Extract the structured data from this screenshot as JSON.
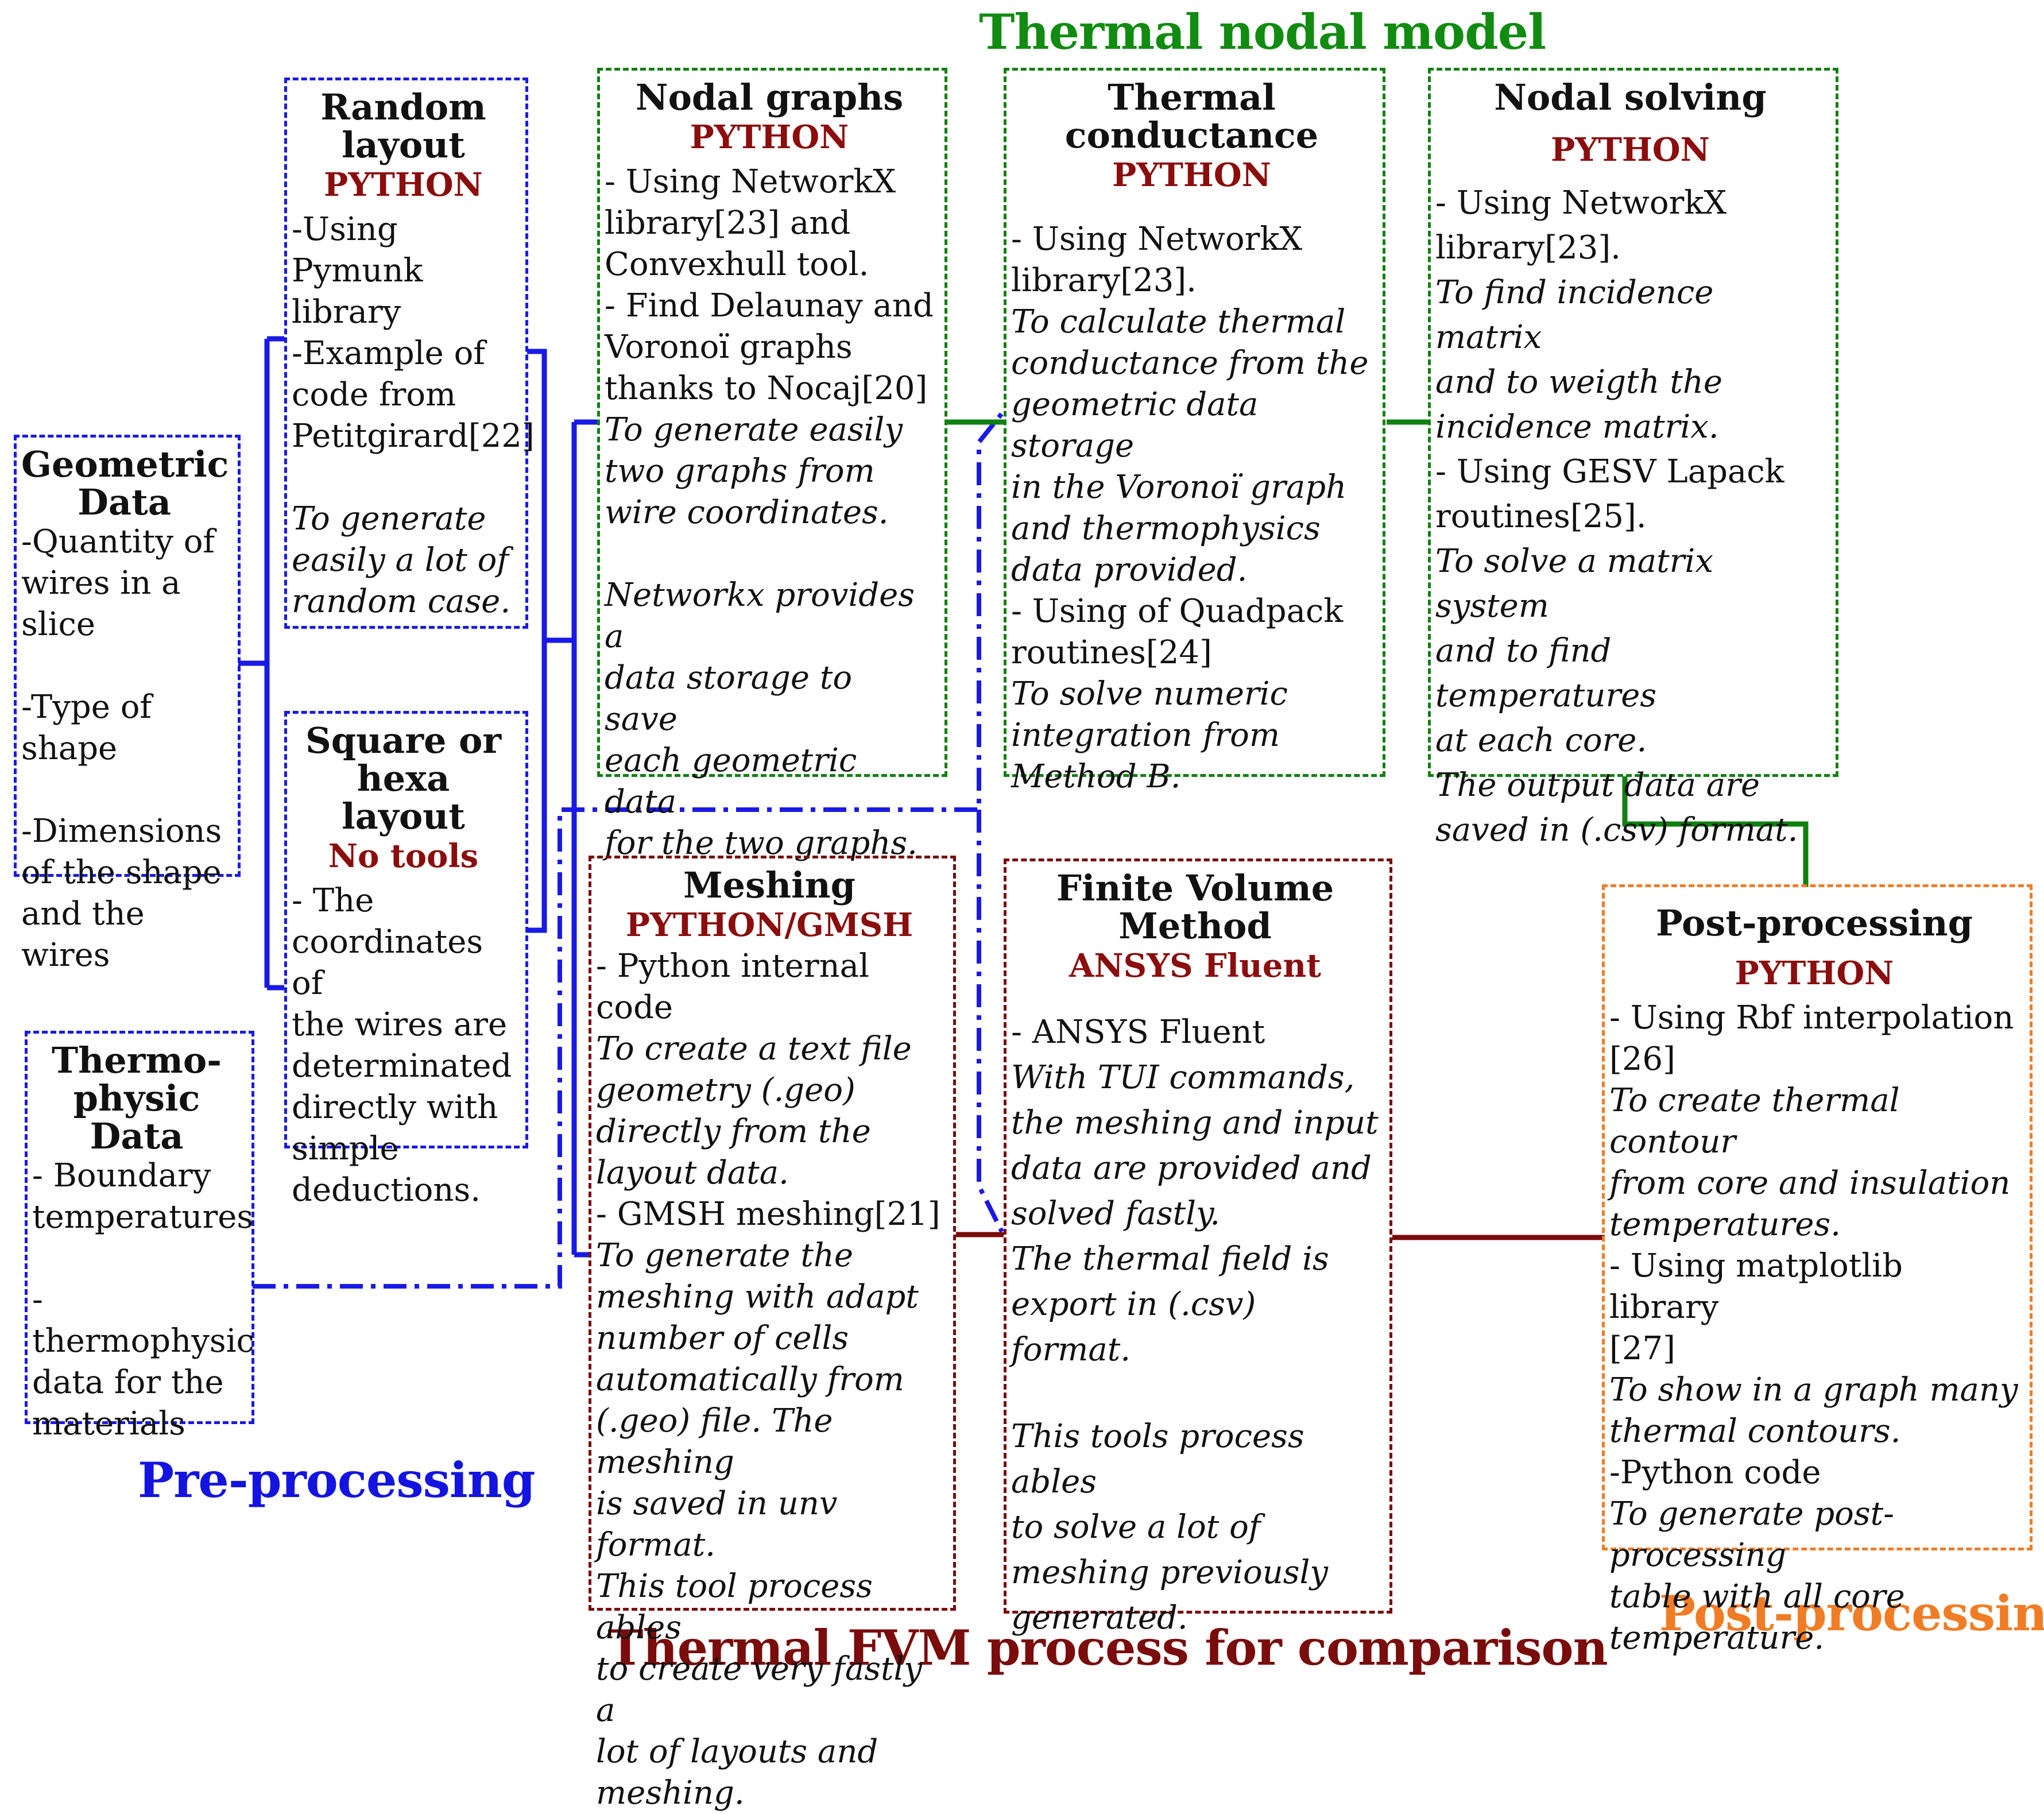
{
  "colors": {
    "pre": "#1a1ae6",
    "nodal": "#108010",
    "fvm": "#7a0c0c",
    "post": "#f07d25",
    "tool": "#8b0d0d"
  },
  "sections": {
    "pre": "Pre-processing",
    "nodal": "Thermal nodal model",
    "fvm": "Thermal FVM process for comparison",
    "post": "Post-processing"
  },
  "boxes": {
    "geometric": {
      "title": "Geometric\nData",
      "lines": [
        {
          "t": "-Quantity of\nwires in a slice",
          "style": "normal"
        },
        {
          "t": "-Type of shape",
          "style": "normal",
          "gap": true
        },
        {
          "t": "-Dimensions\nof the shape\nand the wires",
          "style": "normal",
          "gap": true
        }
      ]
    },
    "thermo": {
      "title": "Thermo-\nphysic\nData",
      "lines": [
        {
          "t": "- Boundary\ntemperatures",
          "style": "normal"
        },
        {
          "t": "-thermophysic\ndata for the\nmaterials",
          "style": "normal",
          "gap": true
        }
      ]
    },
    "random": {
      "title": "Random\nlayout",
      "tool": "PYTHON",
      "lines": [
        {
          "t": "-Using Pymunk\nlibrary",
          "style": "normal"
        },
        {
          "t": "-Example of\ncode from\nPetitgirard[22]",
          "style": "normal"
        },
        {
          "t": "To generate\neasily a lot of\nrandom case.",
          "style": "italic",
          "gap": true
        }
      ]
    },
    "square": {
      "title": "Square or\nhexa layout",
      "tool": "No tools",
      "lines": [
        {
          "t": "- The\ncoordinates of\nthe wires are\ndeterminated\ndirectly with\nsimple\ndeductions.",
          "style": "normal"
        }
      ]
    },
    "nodal_graphs": {
      "title": "Nodal graphs",
      "tool": "PYTHON",
      "lines": [
        {
          "t": "- Using NetworkX\nlibrary[23] and\nConvexhull tool.",
          "style": "normal"
        },
        {
          "t": "- Find Delaunay and\nVoronoï graphs\nthanks to Nocaj[20]",
          "style": "normal"
        },
        {
          "t": "To generate easily\ntwo graphs from\nwire coordinates.",
          "style": "italic"
        },
        {
          "t": "Networkx provides a\ndata storage to save\neach geometric data\nfor the two graphs.",
          "style": "italic",
          "gap": true
        }
      ]
    },
    "conductance": {
      "title": "Thermal\nconductance",
      "tool": "PYTHON",
      "lines": [
        {
          "t": "- Using NetworkX\nlibrary[23].",
          "style": "normal"
        },
        {
          "t": "To calculate thermal\nconductance from the\ngeometric data storage\nin the Voronoï graph\nand thermophysics\ndata provided.",
          "style": "italic"
        },
        {
          "t": "- Using of Quadpack\nroutines[24]",
          "style": "normal"
        },
        {
          "t": "To solve numeric\nintegration from\nMethod B.",
          "style": "italic"
        }
      ]
    },
    "solving": {
      "title": "Nodal solving",
      "tool": "PYTHON",
      "lines": [
        {
          "t": "- Using NetworkX\nlibrary[23].",
          "style": "normal"
        },
        {
          "t": "To find incidence matrix\nand to weigth the\nincidence matrix.",
          "style": "italic"
        },
        {
          "t": "- Using GESV Lapack\nroutines[25].",
          "style": "normal"
        },
        {
          "t": "To solve a matrix system\nand to find temperatures\nat each core.\nThe output data are\nsaved in (.csv) format.",
          "style": "italic"
        }
      ]
    },
    "meshing": {
      "title": "Meshing",
      "tool": "PYTHON/GMSH",
      "lines": [
        {
          "t": "- Python internal code",
          "style": "normal"
        },
        {
          "t": "To create a text file\ngeometry (.geo)\ndirectly from the\nlayout data.",
          "style": "italic"
        },
        {
          "t": "- GMSH meshing[21]",
          "style": "normal"
        },
        {
          "t": "To generate the\nmeshing with adapt\nnumber of cells\nautomatically from\n(.geo) file. The meshing\nis saved in unv format.\nThis tool process ables\nto create very fastly a\nlot of layouts and\nmeshing.",
          "style": "italic"
        }
      ]
    },
    "fvm": {
      "title": "Finite Volume\nMethod",
      "tool": "ANSYS Fluent",
      "lines": [
        {
          "t": "- ANSYS Fluent",
          "style": "normal",
          "gap": true
        },
        {
          "t": "With TUI commands,\nthe meshing and input\ndata are provided and\nsolved fastly.\nThe thermal field is\nexport in (.csv) format.",
          "style": "italic"
        },
        {
          "t": "This tools process ables\nto solve a lot of\nmeshing previously\ngenerated.",
          "style": "italic",
          "gap": true
        }
      ]
    },
    "post": {
      "title": "Post-processing",
      "tool": "PYTHON",
      "lines": [
        {
          "t": "- Using Rbf interpolation\n[26]",
          "style": "normal"
        },
        {
          "t": "To create thermal contour\nfrom core and insulation\ntemperatures.",
          "style": "italic"
        },
        {
          "t": "- Using matplotlib library\n[27]",
          "style": "normal"
        },
        {
          "t": "To show in a graph many\nthermal contours.",
          "style": "italic"
        },
        {
          "t": "-Python code",
          "style": "normal"
        },
        {
          "t": "To generate post-processing\ntable with all core\ntemperature.",
          "style": "italic"
        }
      ]
    }
  }
}
